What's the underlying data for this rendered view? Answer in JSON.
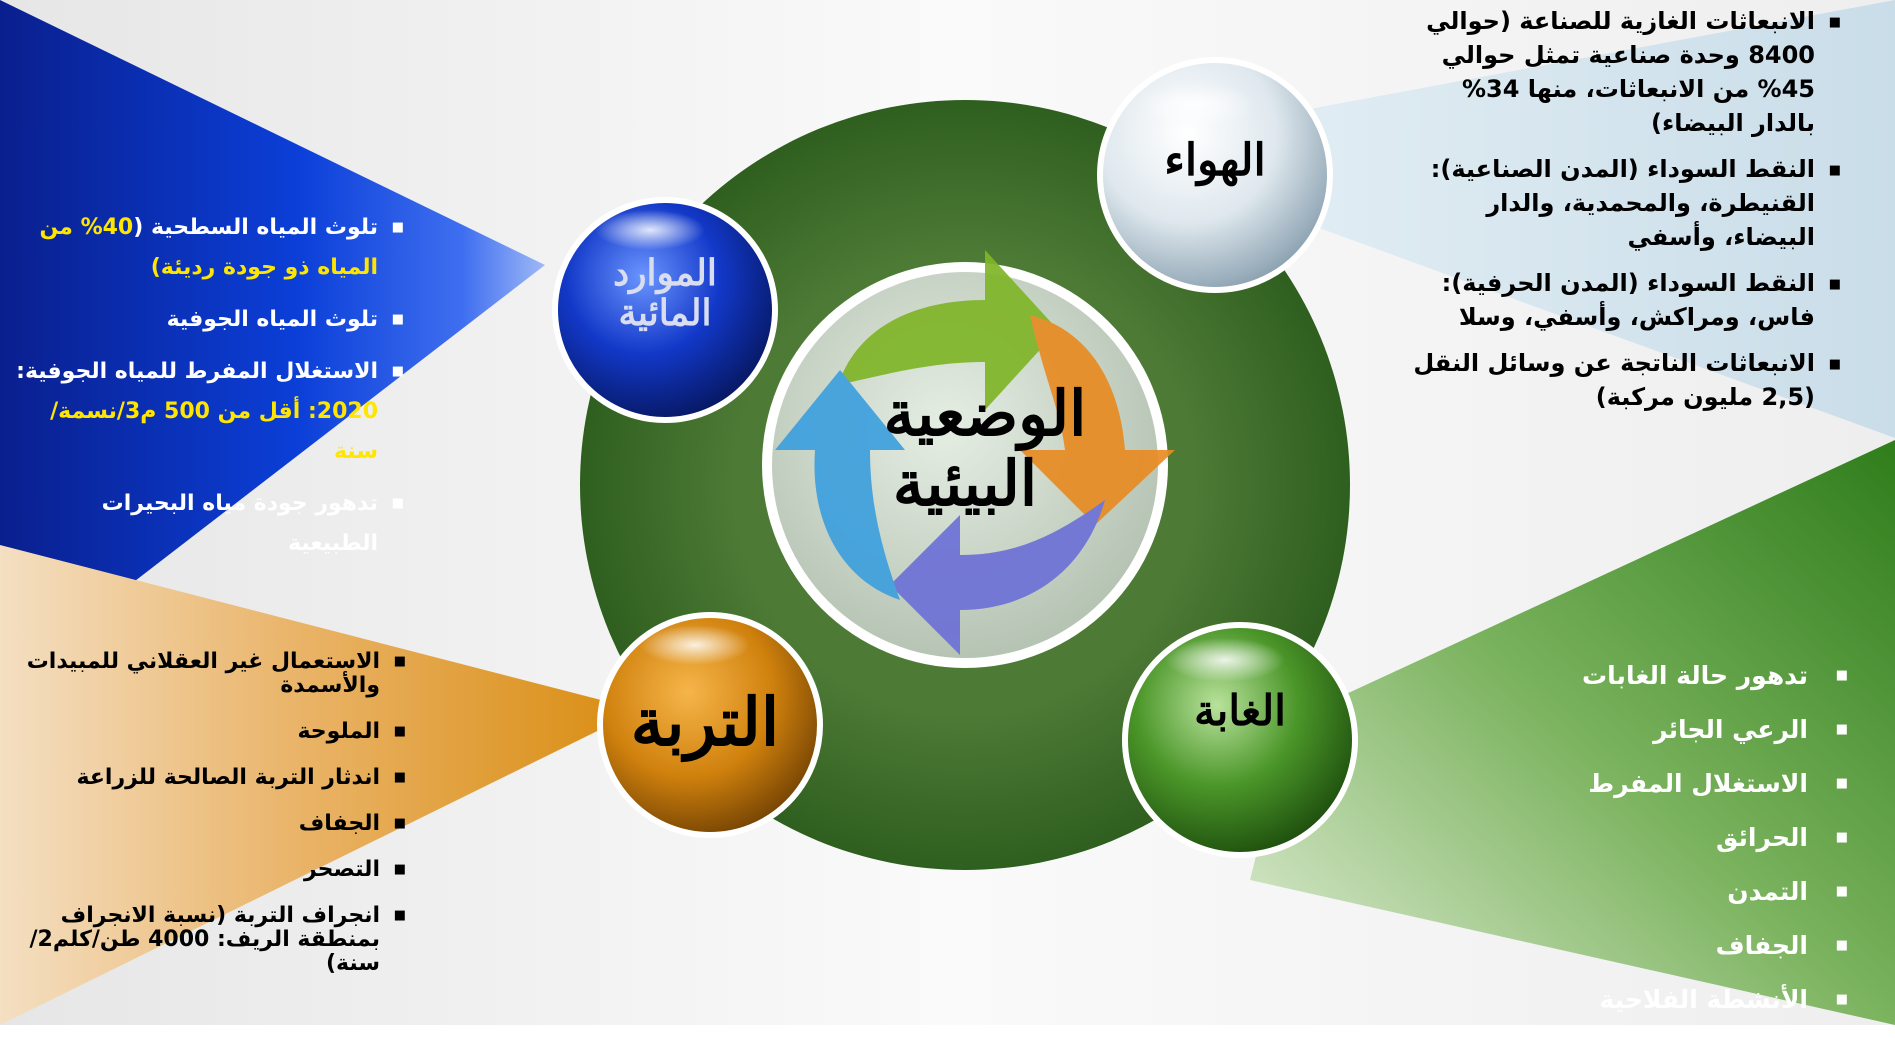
{
  "center": {
    "title": "الوضعية البيئية",
    "line1": "الوضعية",
    "line2": "البيئية"
  },
  "air": {
    "label": "الهواء",
    "items": [
      {
        "parts": [
          {
            "t": "الانبعاثات الغازية للصناعة (حوالي 8400 وحدة صناعية تمثل حوالي 45% من الانبعاثات، منها 34% بالدار البيضاء)",
            "hl": false
          }
        ]
      },
      {
        "parts": [
          {
            "t": "النقط السوداء (المدن الصناعية): القنيطرة، والمحمدية، والدار البيضاء، وأسفي",
            "hl": false
          }
        ]
      },
      {
        "parts": [
          {
            "t": "النقط السوداء (المدن الحرفية): فاس، ومراكش، وأسفي، وسلا",
            "hl": false
          }
        ]
      },
      {
        "parts": [
          {
            "t": "الانبعاثات الناتجة عن وسائل النقل (2,5 مليون مركبة)",
            "hl": false
          }
        ]
      }
    ]
  },
  "water": {
    "label": "الموارد المائية",
    "line1": "الموارد",
    "line2": "المائية",
    "items": [
      {
        "parts": [
          {
            "t": "تلوث المياه السطحية (",
            "hl": false
          },
          {
            "t": "40% من المياه ذو جودة رديئة)",
            "hl": true
          }
        ]
      },
      {
        "parts": [
          {
            "t": "تلوث المياه الجوفية",
            "hl": false
          }
        ]
      },
      {
        "parts": [
          {
            "t": "الاستغلال المفرط  للمياه الجوفية: ",
            "hl": false
          },
          {
            "t": "2020: أقل من 500 م3/نسمة/سنة",
            "hl": true
          }
        ]
      },
      {
        "parts": [
          {
            "t": "تدهور جودة مياه البحيرات الطبيعية",
            "hl": false
          }
        ]
      }
    ]
  },
  "soil": {
    "label": "التربة",
    "items": [
      {
        "parts": [
          {
            "t": "الاستعمال غير العقلاني للمبيدات والأسمدة",
            "hl": false
          }
        ]
      },
      {
        "parts": [
          {
            "t": "الملوحة",
            "hl": false
          }
        ]
      },
      {
        "parts": [
          {
            "t": "اندثار التربة الصالحة للزراعة",
            "hl": false
          }
        ]
      },
      {
        "parts": [
          {
            "t": "الجفاف",
            "hl": false
          }
        ]
      },
      {
        "parts": [
          {
            "t": "التصحر",
            "hl": false
          }
        ]
      },
      {
        "parts": [
          {
            "t": "انجراف التربة (نسبة الانجراف بمنطقة الريف: 4000 طن/كلم2/سنة)",
            "hl": false
          }
        ]
      }
    ]
  },
  "forest": {
    "label": "الغابة",
    "items": [
      {
        "parts": [
          {
            "t": "تدهور حالة الغابات",
            "hl": false
          }
        ]
      },
      {
        "parts": [
          {
            "t": "الرعي الجائر",
            "hl": false
          }
        ]
      },
      {
        "parts": [
          {
            "t": "الاستغلال المفرط",
            "hl": false
          }
        ]
      },
      {
        "parts": [
          {
            "t": "الحرائق",
            "hl": false
          }
        ]
      },
      {
        "parts": [
          {
            "t": "التمدن",
            "hl": false
          }
        ]
      },
      {
        "parts": [
          {
            "t": "الجفاف",
            "hl": false
          }
        ]
      },
      {
        "parts": [
          {
            "t": "الأنشطة الفلاحية",
            "hl": false
          }
        ]
      }
    ]
  }
}
